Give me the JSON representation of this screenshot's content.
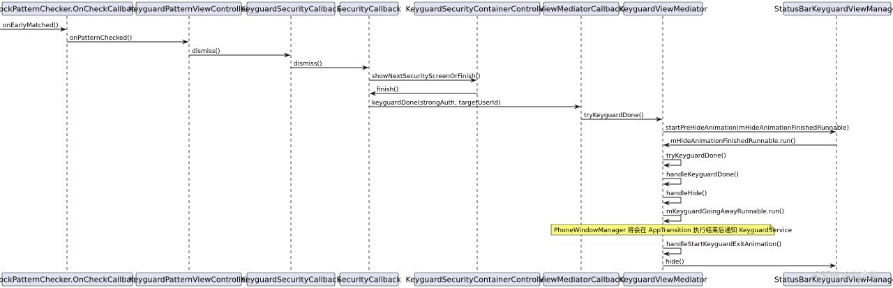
{
  "participants": [
    "LockPatternChecker.OnCheckCallback",
    "KeyguardPatternViewController",
    "KeyguardSecurityCallback",
    "SecurityCallback",
    "KeyguardSecurityContainerController",
    "ViewMediatorCallback",
    "KeyguardViewMediator",
    "StatusBarKeyguardViewManager"
  ],
  "messages": [
    {
      "from": -1,
      "to": 0,
      "label": "onEarlyMatched()"
    },
    {
      "from": 0,
      "to": 1,
      "label": "onPatternChecked()"
    },
    {
      "from": 1,
      "to": 2,
      "label": "dismiss()"
    },
    {
      "from": 2,
      "to": 3,
      "label": "dismiss()"
    },
    {
      "from": 3,
      "to": 4,
      "label": "showNextSecurityScreenOrFinish()"
    },
    {
      "from": 4,
      "to": 3,
      "label": "finish()"
    },
    {
      "from": 3,
      "to": 5,
      "label": "keyguardDone(strongAuth, targetUserId)"
    },
    {
      "from": 5,
      "to": 6,
      "label": "tryKeyguardDone()"
    },
    {
      "from": 6,
      "to": 7,
      "label": "startPreHideAnimation(mHideAnimationFinishedRunnable)"
    },
    {
      "from": 7,
      "to": 6,
      "label": "mHideAnimationFinishedRunnable.run()"
    },
    {
      "from": 6,
      "to": 6,
      "label": "tryKeyguardDone()"
    },
    {
      "from": 6,
      "to": 6,
      "label": "handleKeyguardDone()"
    },
    {
      "from": 6,
      "to": 6,
      "label": "handleHide()"
    },
    {
      "from": 6,
      "to": 6,
      "label": "mKeyguardGoingAwayRunnable.run()"
    },
    {
      "note": "PhoneWindowManager 将会在 AppTransition 执行结束后通知 KeyguardService"
    },
    {
      "from": 6,
      "to": 6,
      "label": "handleStartKeyguardExitAnimation()"
    },
    {
      "from": 6,
      "to": 7,
      "label": "hide()"
    }
  ],
  "watermark": "CSDN @刘之帅",
  "colors": {
    "participant_fill": "#e2e2f0",
    "participant_border": "#181818",
    "lifeline": "#181818",
    "arrow": "#181818",
    "note_fill": "#fbfb77",
    "note_border": "#181818"
  }
}
